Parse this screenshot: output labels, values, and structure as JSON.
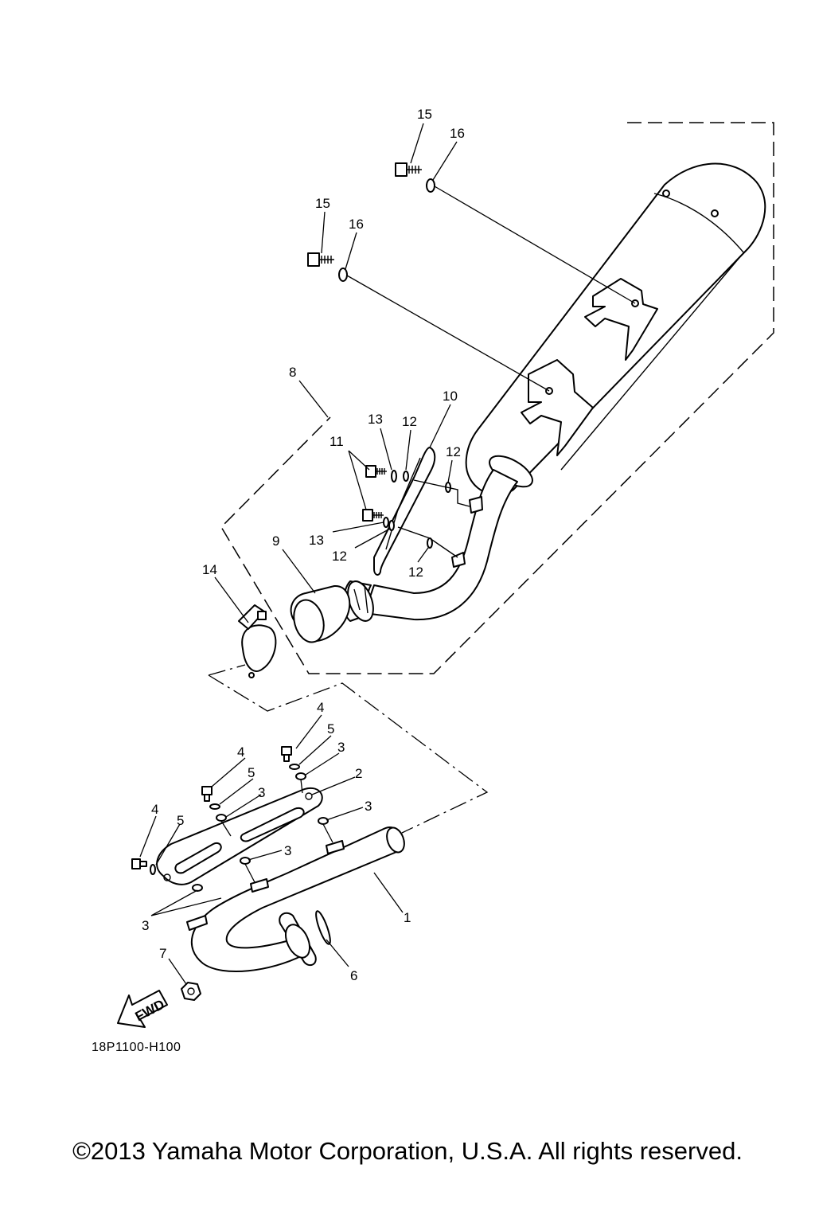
{
  "diagram": {
    "code": "18P1100-H100",
    "fwd_label": "FWD",
    "copyright": "©2013 Yamaha Motor Corporation, U.S.A. All rights reserved.",
    "callouts": {
      "c1": "1",
      "c2": "2",
      "c3a": "3",
      "c3b": "3",
      "c3c": "3",
      "c3d": "3",
      "c3e": "3",
      "c4a": "4",
      "c4b": "4",
      "c4c": "4",
      "c5a": "5",
      "c5b": "5",
      "c5c": "5",
      "c6": "6",
      "c7": "7",
      "c8": "8",
      "c9": "9",
      "c10": "10",
      "c11": "11",
      "c12a": "12",
      "c12b": "12",
      "c12c": "12",
      "c12d": "12",
      "c13a": "13",
      "c13b": "13",
      "c14": "14",
      "c15a": "15",
      "c15b": "15",
      "c16a": "16",
      "c16b": "16"
    }
  }
}
